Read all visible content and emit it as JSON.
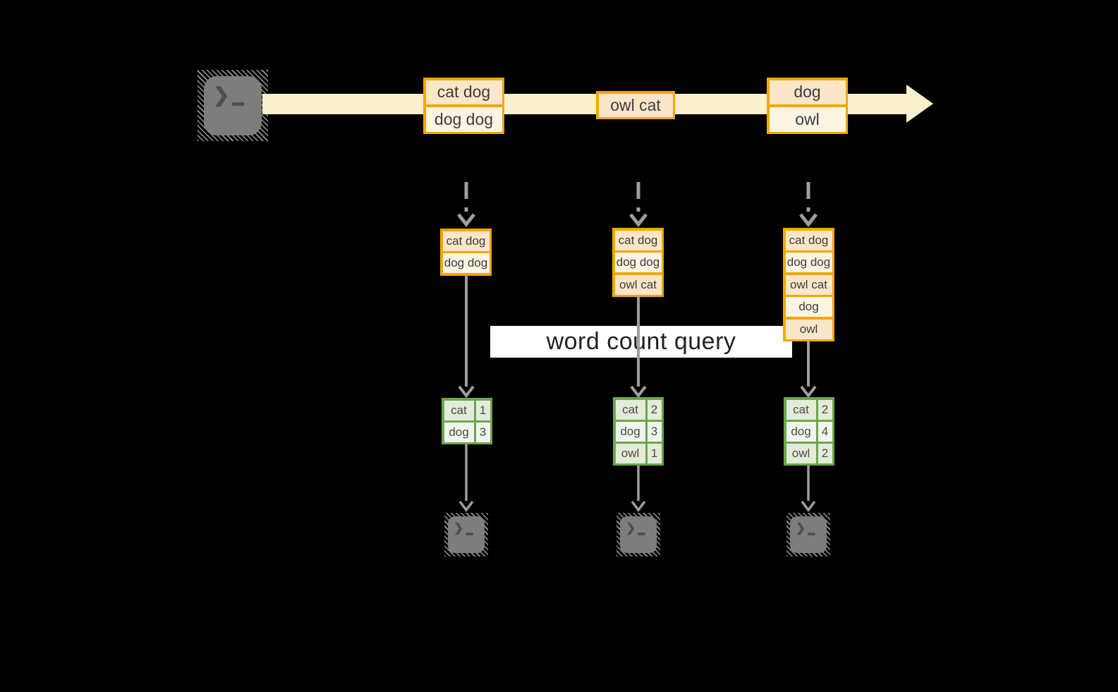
{
  "query": {
    "label": "word count query"
  },
  "icons": {
    "source_terminal": "terminal-icon",
    "sink_terminal": "terminal-icon",
    "prompt_chevron": "❯"
  },
  "stream": {
    "batches": [
      {
        "cells": [
          "cat dog",
          "dog dog"
        ]
      },
      {
        "cells": [
          "owl cat"
        ]
      },
      {
        "cells": [
          "dog",
          "owl"
        ]
      }
    ]
  },
  "states": [
    {
      "cells": [
        "cat dog",
        "dog dog"
      ]
    },
    {
      "cells": [
        "cat dog",
        "dog dog",
        "owl cat"
      ]
    },
    {
      "cells": [
        "cat dog",
        "dog dog",
        "owl cat",
        "dog",
        "owl"
      ]
    }
  ],
  "results": [
    {
      "rows": [
        {
          "word": "cat",
          "count": "1"
        },
        {
          "word": "dog",
          "count": "3"
        }
      ]
    },
    {
      "rows": [
        {
          "word": "cat",
          "count": "2"
        },
        {
          "word": "dog",
          "count": "3"
        },
        {
          "word": "owl",
          "count": "1"
        }
      ]
    },
    {
      "rows": [
        {
          "word": "cat",
          "count": "2"
        },
        {
          "word": "dog",
          "count": "4"
        },
        {
          "word": "owl",
          "count": "2"
        }
      ]
    }
  ],
  "colors": {
    "background": "#000000",
    "stream_band": "#FAF0CD",
    "amber_border": "#F0A802",
    "peach_fill": "#FBE6CA",
    "cream_fill": "#FDF4E4",
    "green_border": "#6CA64D",
    "green_cell_dark": "#E2ECD9",
    "green_cell_light": "#F1F6ED",
    "arrow_gray": "#9E9E9E",
    "icon_gray": "#7D7D7D"
  }
}
